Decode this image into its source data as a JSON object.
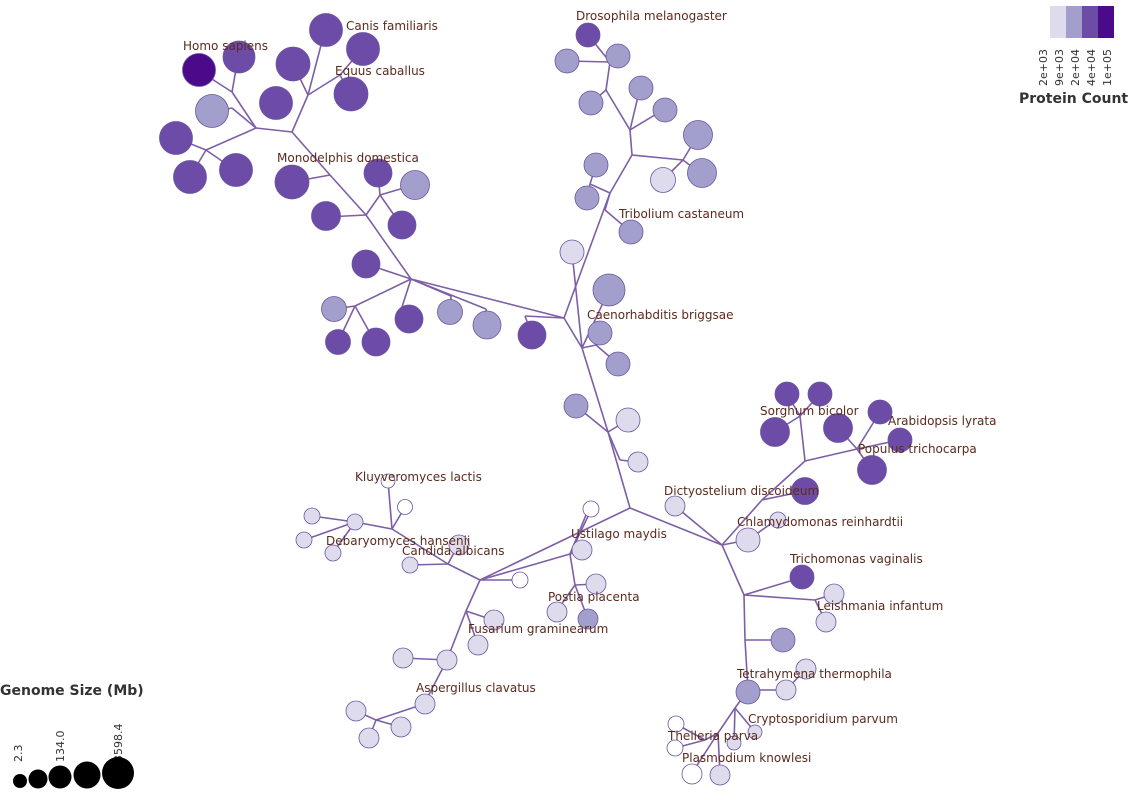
{
  "colors": {
    "edge": "#7d5fa6",
    "label": "#5c2a1e",
    "scale": [
      "#ffffff",
      "#dedcec",
      "#a29fcd",
      "#6d4ca8",
      "#4a0a8a"
    ]
  },
  "labels": [
    "Homo sapiens",
    "Canis familiaris",
    "Equus caballus",
    "Monodelphis domestica",
    "Drosophila melanogaster",
    "Tribolium castaneum",
    "Caenorhabditis briggsae",
    "Sorghum bicolor",
    "Arabidopsis lyrata",
    "Populus trichocarpa",
    "Dictyostelium discoideum",
    "Chlamydomonas reinhardtii",
    "Trichomonas vaginalis",
    "Leishmania infantum",
    "Tetrahymena thermophila",
    "Cryptosporidium parvum",
    "Theileria parva",
    "Plasmodium knowlesi",
    "Kluyveromyces lactis",
    "Debaryomyces hansenii",
    "Candida albicans",
    "Ustilago maydis",
    "Postia placenta",
    "Fusarium graminearum",
    "Aspergillus clavatus"
  ],
  "legend_color": {
    "title": "Protein Count",
    "ticks": [
      "2e+03",
      "9e+03",
      "2e+04",
      "4e+04",
      "1e+05"
    ]
  },
  "legend_size": {
    "title": "Genome Size (Mb)",
    "ticks": [
      "2.3",
      "134.0",
      "3598.4"
    ]
  }
}
